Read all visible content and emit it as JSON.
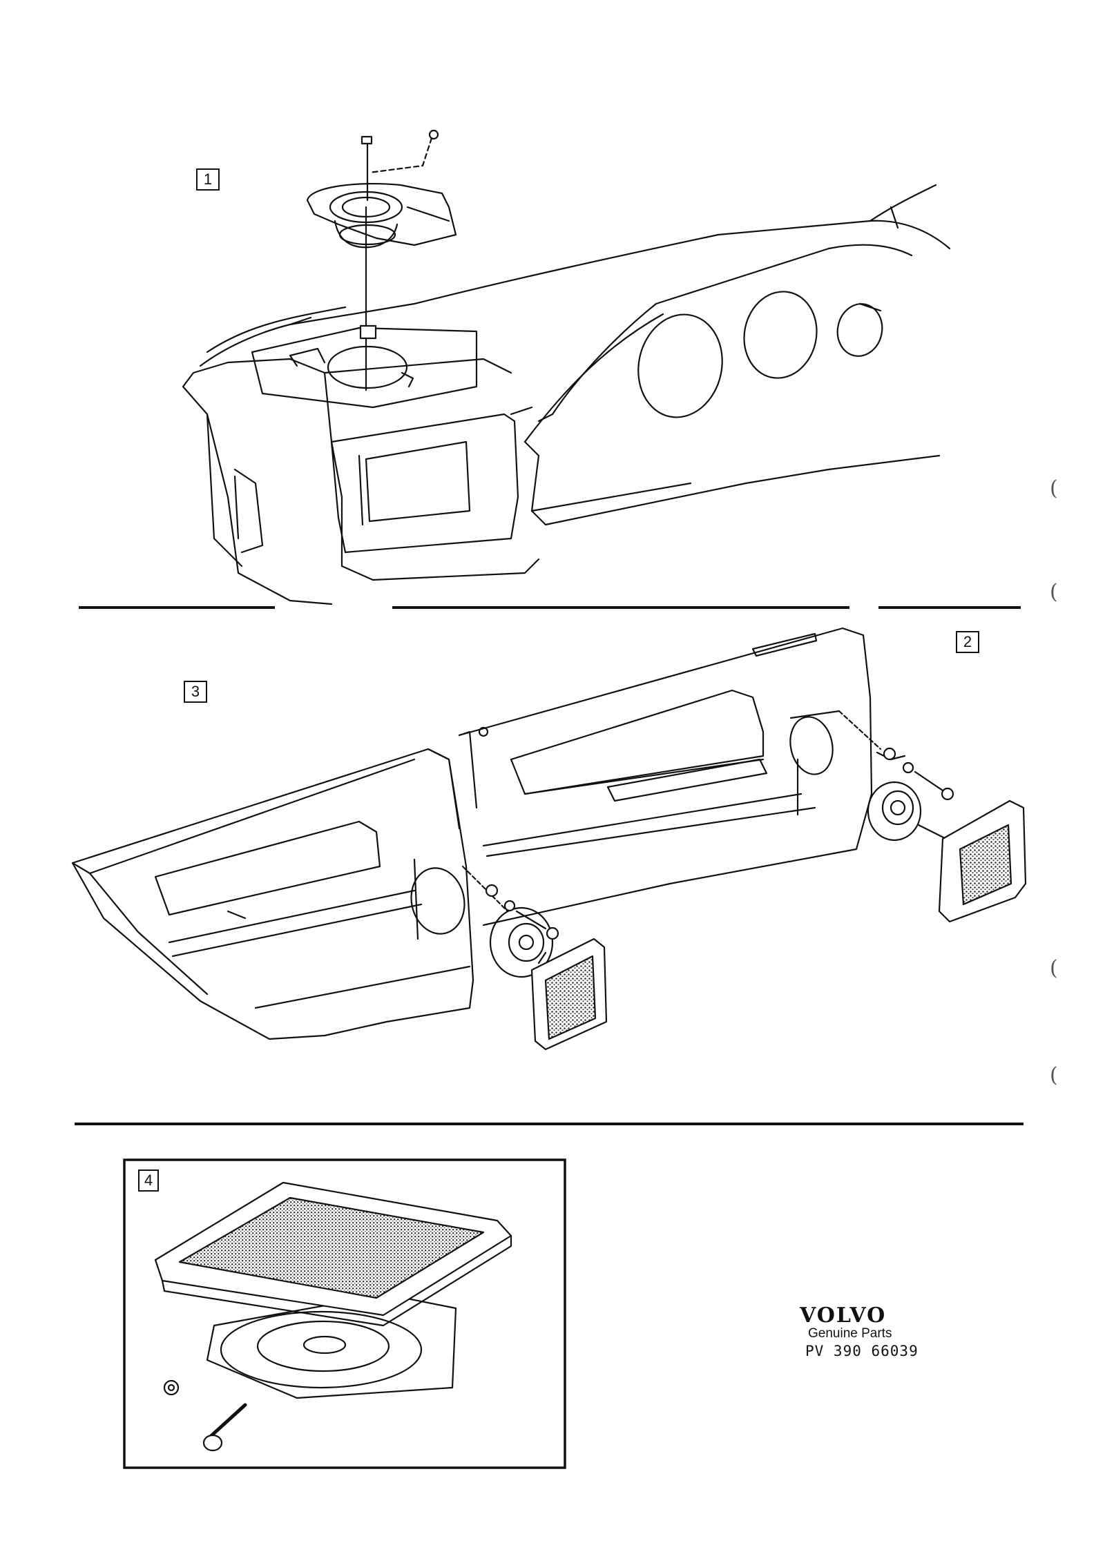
{
  "callouts": [
    {
      "id": "callout-1",
      "label": "1"
    },
    {
      "id": "callout-2",
      "label": "2"
    },
    {
      "id": "callout-3",
      "label": "3"
    },
    {
      "id": "callout-4",
      "label": "4"
    }
  ],
  "footer": {
    "brand": "VOLVO",
    "subtitle": "Genuine Parts",
    "part_number": "PV 390 66039"
  },
  "colors": {
    "line": "#111111",
    "mesh": "#333333",
    "background": "#ffffff"
  }
}
